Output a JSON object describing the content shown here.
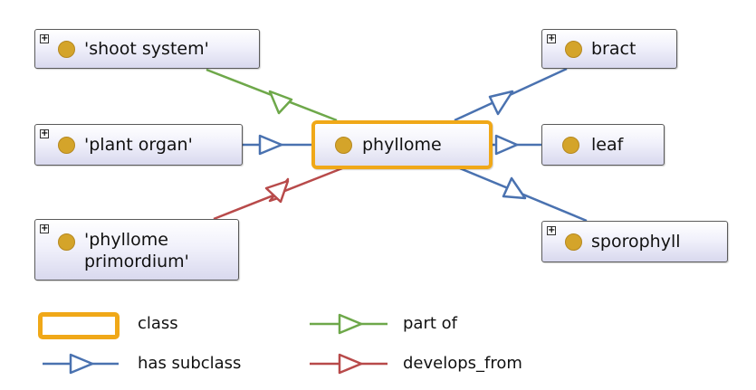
{
  "colors": {
    "part_of": "#6ea84a",
    "has_subclass": "#4a72b0",
    "develops_from": "#b84a4a",
    "class_highlight": "#f0a818",
    "node_dot": "#d4a42a"
  },
  "nodes": {
    "shoot_system": "'shoot system'",
    "plant_organ": "'plant organ'",
    "phyllome_primordium": "'phyllome\nprimordium'",
    "phyllome": "phyllome",
    "bract": "bract",
    "leaf": "leaf",
    "sporophyll": "sporophyll"
  },
  "legend": {
    "class": "class",
    "part_of": "part of",
    "has_subclass": "has subclass",
    "develops_from": "develops_from"
  },
  "icons": {
    "expand": "plus-box-icon",
    "class_dot": "class-dot-icon"
  }
}
